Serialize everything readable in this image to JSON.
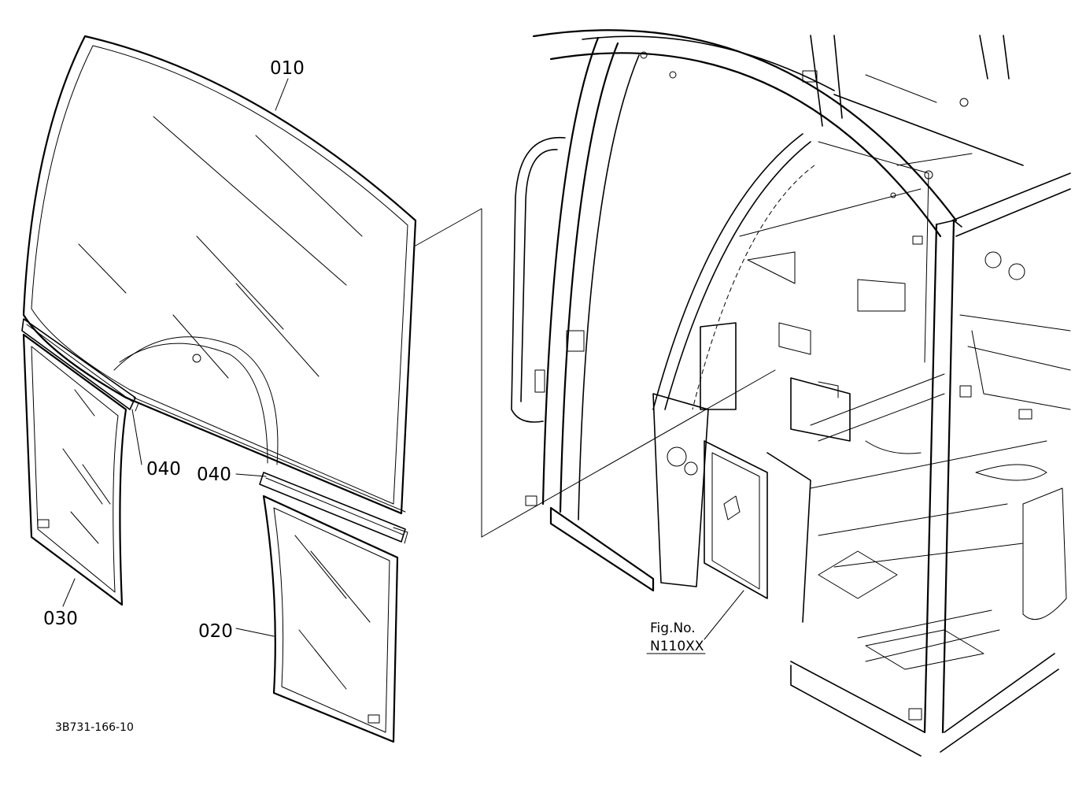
{
  "callouts": {
    "c010": "010",
    "c020": "020",
    "c030": "030",
    "c040_left": "040",
    "c040_right": "040"
  },
  "figure_ref": {
    "line1": "Fig.No.",
    "line2": "N110XX"
  },
  "drawing_number": "3B731-166-10"
}
